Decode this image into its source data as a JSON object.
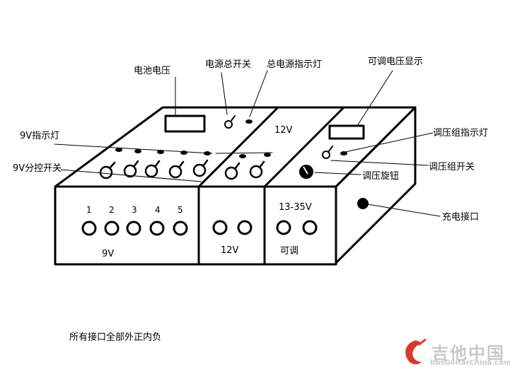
{
  "labels": {
    "battery_voltage": "电池电压",
    "power_main_switch": "电源总开关",
    "main_power_indicator": "总电源指示灯",
    "adjustable_voltage_display": "可调电压显示",
    "nine_v_indicator": "9V指示灯",
    "nine_v_switches": "9V分控开关",
    "twelve_v_top": "12V",
    "regulator_indicator": "调压组指示灯",
    "regulator_switch": "调压组开关",
    "regulator_knob": "调压旋钮",
    "charge_port": "充电接口"
  },
  "front": {
    "port_numbers": [
      "1",
      "2",
      "3",
      "4",
      "5"
    ],
    "nine_v": "9V",
    "twelve_v": "12V",
    "range": "13-35V",
    "adjustable": "可调"
  },
  "note": "所有接口全部外正内负",
  "watermark": {
    "title": "吉他中国",
    "url": "bbsGuitarChina.com"
  }
}
